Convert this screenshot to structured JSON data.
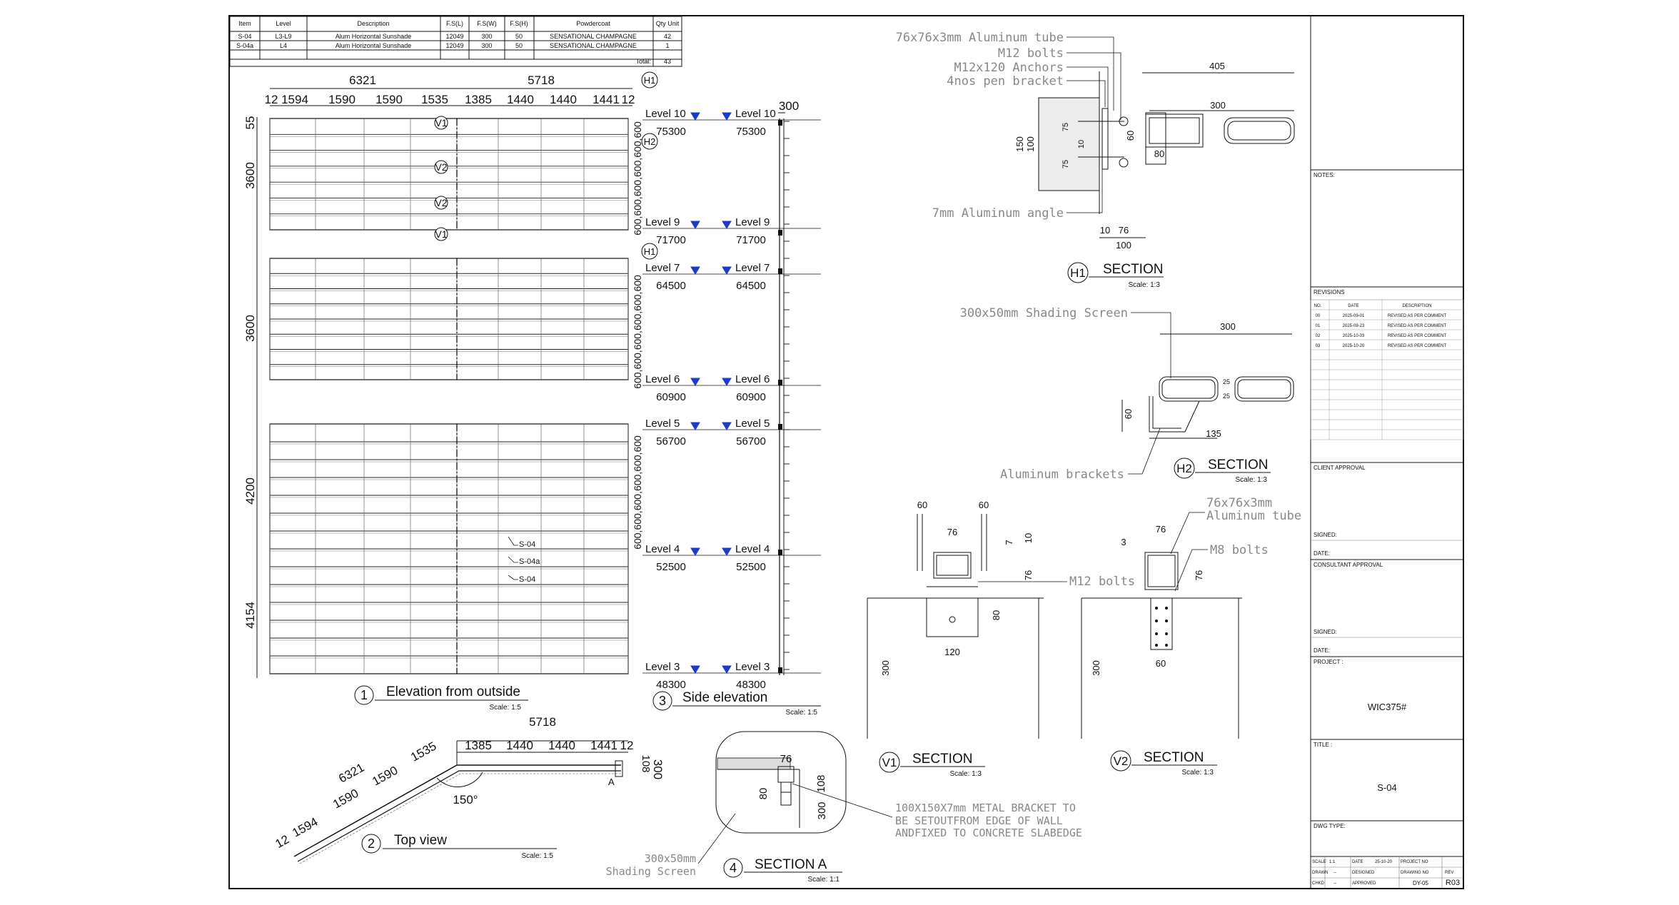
{
  "schedule": {
    "headers": [
      "Item",
      "Level",
      "Description",
      "F.S(L)",
      "F.S(W)",
      "F.S(H)",
      "Powdercoat",
      "Qty Unit"
    ],
    "rows": [
      [
        "S-04",
        "L3-L9",
        "Alum Horizontal Sunshade",
        "12049",
        "300",
        "50",
        "SENSATIONAL CHAMPAGNE",
        "42"
      ],
      [
        "S-04a",
        "L4",
        "Alum Horizontal Sunshade",
        "12049",
        "300",
        "50",
        "SENSATIONAL CHAMPAGNE",
        "1"
      ]
    ],
    "total_label": "Total:",
    "total_value": "43"
  },
  "elevation": {
    "title_no": "1",
    "title": "Elevation from outside",
    "scale": "Scale: 1:5",
    "top_dims": [
      "6321",
      "5718"
    ],
    "bay_dims": [
      "12",
      "1594",
      "1590",
      "1590",
      "1535",
      "1385",
      "1440",
      "1440",
      "1441",
      "12"
    ],
    "left_dims": [
      "55",
      "3600",
      "3600",
      "4200",
      "4154"
    ],
    "tags": [
      "V1",
      "V2",
      "V2",
      "V1"
    ],
    "panel_tags": [
      "S-04",
      "S-04a",
      "S-04"
    ],
    "section_tags": [
      "H1",
      "H2",
      "H1"
    ]
  },
  "side_elevation": {
    "title_no": "3",
    "title": "Side elevation",
    "scale": "Scale: 1:5",
    "top_dim": "300",
    "spacing_dims": [
      "600,600,600,600,600,600",
      "600,600,600,600,600,600",
      "600,600,600,600,600,600"
    ],
    "levels": [
      {
        "name": "Level 10",
        "value": "75300"
      },
      {
        "name": "Level 9",
        "value": "71700"
      },
      {
        "name": "Level 7",
        "value": "64500"
      },
      {
        "name": "Level 6",
        "value": "60900"
      },
      {
        "name": "Level 5",
        "value": "56700"
      },
      {
        "name": "Level 4",
        "value": "52500"
      },
      {
        "name": "Level 3",
        "value": "48300"
      }
    ]
  },
  "top_view": {
    "title_no": "2",
    "title": "Top view",
    "scale": "Scale: 1:5",
    "angle": "150°",
    "dims_a": [
      "6321",
      "1535",
      "1590",
      "1590",
      "12",
      "1594"
    ],
    "dims_b": [
      "5718",
      "1385",
      "1440",
      "1440",
      "1441",
      "12"
    ],
    "right_dims": [
      "108",
      "300"
    ],
    "detail_tag": "A"
  },
  "section_a": {
    "title_no": "4",
    "title": "SECTION A",
    "scale": "Scale: 1:1",
    "dims": [
      "76",
      "80",
      "108",
      "300"
    ],
    "screen_note": [
      "300x50mm",
      "Shading Screen"
    ],
    "note": [
      "100X150X7mm METAL BRACKET TO",
      "BE SETOUTFROM EDGE OF WALL",
      "ANDFIXED TO CONCRETE SLABEDGE"
    ]
  },
  "h1": {
    "tag": "H1",
    "title": "SECTION",
    "scale": "Scale: 1:3",
    "labels": [
      "76x76x3mm Aluminum tube",
      "M12 bolts",
      "M12x120 Anchors",
      "4nos pen bracket",
      "7mm Aluminum angle"
    ],
    "dims": [
      "405",
      "300",
      "150",
      "100",
      "75",
      "10",
      "75",
      "60",
      "80",
      "10",
      "76",
      "100"
    ]
  },
  "h2": {
    "tag": "H2",
    "title": "SECTION",
    "scale": "Scale: 1:3",
    "labels": [
      "300x50mm Shading Screen",
      "Aluminum brackets"
    ],
    "dims": [
      "300",
      "25",
      "25",
      "60",
      "135"
    ]
  },
  "v1": {
    "tag": "V1",
    "title": "SECTION",
    "scale": "Scale: 1:3",
    "labels": [
      "M12 bolts"
    ],
    "dims": [
      "60",
      "60",
      "76",
      "7",
      "10",
      "76",
      "80",
      "120",
      "300"
    ]
  },
  "v2": {
    "tag": "V2",
    "title": "SECTION",
    "scale": "Scale: 1:3",
    "labels": [
      "76x76x3mm",
      "Aluminum tube",
      "M8 bolts"
    ],
    "dims": [
      "76",
      "3",
      "76",
      "60",
      "300"
    ]
  },
  "title_block": {
    "notes_label": "NOTES:",
    "revisions_label": "REVISIONS",
    "rev_headers": [
      "NO.",
      "DATE",
      "DESCRIPTION"
    ],
    "revisions": [
      [
        "00",
        "2025-09-01",
        "REVISED AS PER COMMENT"
      ],
      [
        "01",
        "2025-09-23",
        "REVISED AS PER COMMENT"
      ],
      [
        "02",
        "2025-10-03",
        "REVISED AS PER COMMENT"
      ],
      [
        "03",
        "2025-10-20",
        "REVISED AS PER COMMENT"
      ]
    ],
    "client_label": "CLIENT APPROVAL",
    "signed_label": "SIGNED:",
    "date_label": "DATE:",
    "consultant_label": "CONSULTANT APPROVAL",
    "project_label": "PROJECT :",
    "project": "WIC375#",
    "title_label": "TITLE :",
    "title": "S-04",
    "dwg_type_label": "DWG TYPE:",
    "scale_label": "SCALE",
    "scale": "1:1",
    "date_small_label": "DATE",
    "date": "25-10-20",
    "project_no_label": "PROJECT NO",
    "drawn_label": "DRAWN",
    "drawn": "--",
    "designed_label": "DESIGNED",
    "drawing_no_label": "DRAWING NO",
    "rev_label": "REV",
    "chkd_label": "CHKD",
    "chkd": "--",
    "approved_label": "APPROVED",
    "drawing_no": "DY-05",
    "rev": "R03"
  }
}
